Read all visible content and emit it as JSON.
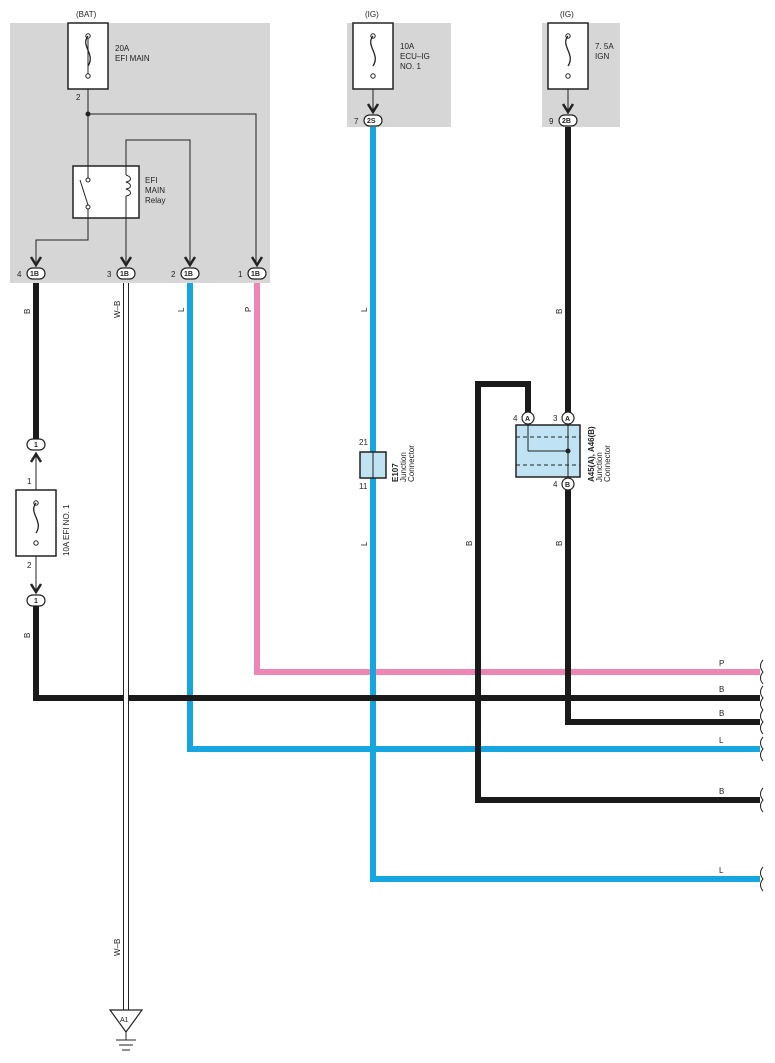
{
  "colors": {
    "box": "#d6d6d6",
    "wire_black": "#1a1a1a",
    "wire_blue": "#17a5e0",
    "wire_pink": "#ee86b5",
    "connector_fill": "#bfe3f3",
    "background": "#ffffff"
  },
  "sources": {
    "bat": "(BAT)",
    "ig1": "(IG)",
    "ig2": "(IG)"
  },
  "fuses": {
    "efi_main": [
      "20A",
      "EFI MAIN"
    ],
    "ecu_ig": [
      "10A",
      "ECU–IG",
      "NO. 1"
    ],
    "ign": [
      "7. 5A",
      "IGN"
    ],
    "efi_no1": "10A EFI NO. 1"
  },
  "relay": {
    "lines": [
      "EFI",
      "MAIN",
      "Relay"
    ]
  },
  "pins": {
    "efi_main_2": "2",
    "out_4": "4",
    "out_3": "3",
    "out_2": "2",
    "out_1": "1",
    "ecu_ig_7": "7",
    "ign_9": "9",
    "fuse_top_1": "1",
    "fuse_bot_2": "2",
    "e107_top": "21",
    "e107_bot": "11",
    "a_left": "4",
    "a_right": "3",
    "b_bottom": "4"
  },
  "connectors": {
    "c1b": "1B",
    "c2s": "2S",
    "c2b": "2B",
    "c1": "1",
    "ca": "A",
    "cb": "B",
    "e107_id": "E107",
    "e107_desc": [
      "Junction",
      "Connector"
    ],
    "a45_id": "A45(A), A46(B)",
    "a45_desc": [
      "Junction",
      "Connector"
    ]
  },
  "wire_labels": {
    "b": "B",
    "wb": "W–B",
    "l": "L",
    "p": "P"
  },
  "ground": "A1"
}
